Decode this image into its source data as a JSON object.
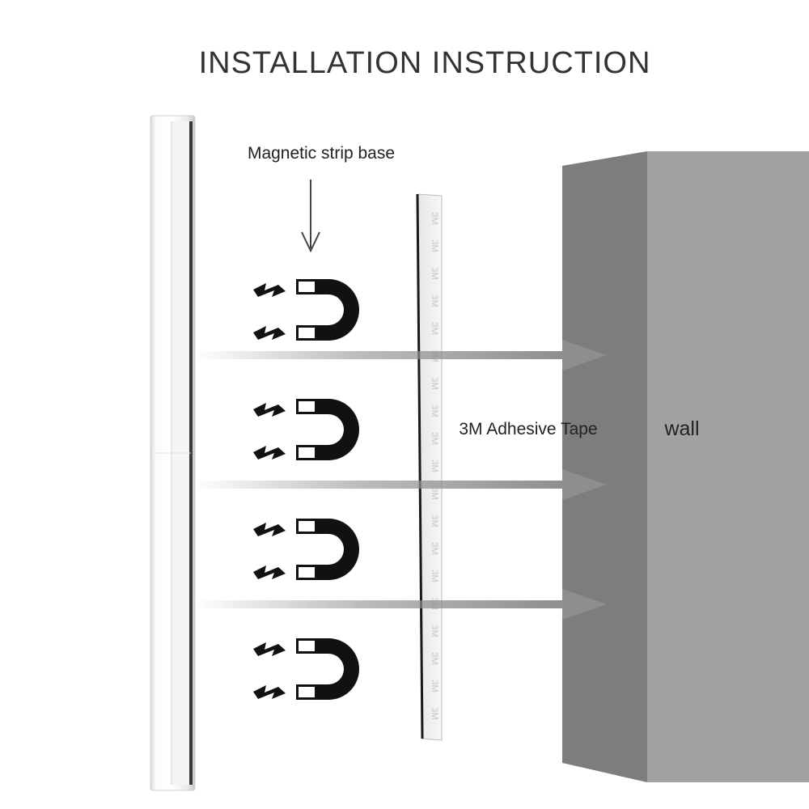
{
  "title": "INSTALLATION INSTRUCTION",
  "labels": {
    "magnetic_strip_base": "Magnetic strip base",
    "adhesive_tape": "3M Adhesive Tape",
    "wall": "wall"
  },
  "tape_print": "3M",
  "counts": {
    "magnets": 4,
    "arrows": 3
  },
  "colors": {
    "title": "#333333",
    "text": "#222222",
    "magnet": "#111111",
    "wall_front": "#a2a2a2",
    "wall_side": "#7d7d7d",
    "arrow": "#8e8e8e"
  },
  "icons": [
    "light-bar-icon",
    "down-arrow-icon",
    "magnet-icon",
    "zigzag-icon",
    "adhesive-tape-icon",
    "wall-block-icon",
    "arrow-right-icon"
  ]
}
